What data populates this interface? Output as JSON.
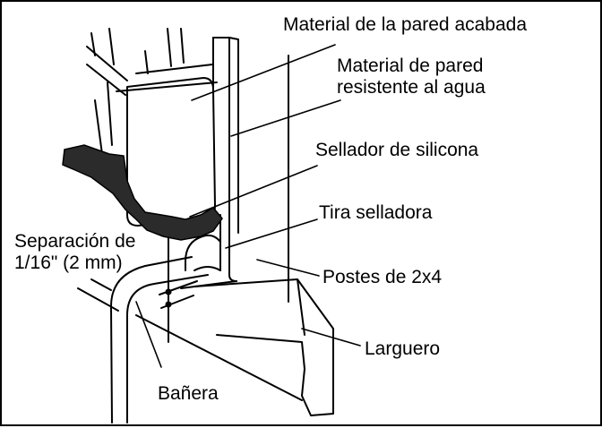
{
  "labels": {
    "finished_wall": "Material de la pared acabada",
    "water_resistant_line1": "Material de pared",
    "water_resistant_line2": "resistente al agua",
    "silicone": "Sellador de silicona",
    "sealing_strip": "Tira selladora",
    "gap_line1": "Separación de",
    "gap_line2": "1/16\" (2 mm)",
    "studs": "Postes de 2x4",
    "stringer": "Larguero",
    "tub": "Bañera"
  }
}
